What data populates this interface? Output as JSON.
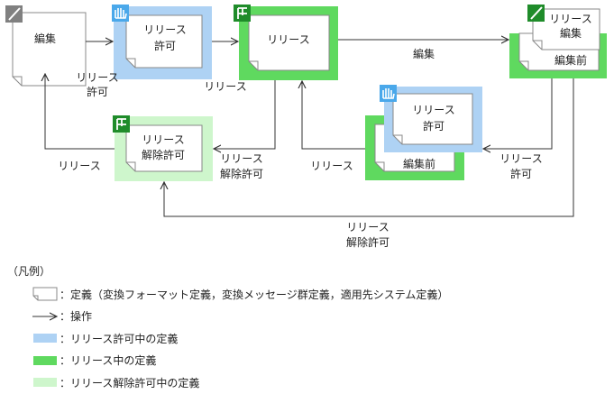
{
  "colors": {
    "release_pending": "#aed2f4",
    "releasing": "#5fd95f",
    "release_cancel_pending": "#cef6cc",
    "icon_dark_green": "#1f8c2a",
    "icon_blue": "#4aa8ea",
    "icon_gray": "#808080"
  },
  "nodes": {
    "edit": "編集",
    "release_pending": [
      "リリース",
      "許可"
    ],
    "releasing": "リリース",
    "release_edit": [
      "リリース",
      "編集"
    ],
    "release_edit_back": "編集前",
    "release_pending2": [
      "リリース",
      "許可"
    ],
    "release_pending2_back": "編集前",
    "cancel_pending": [
      "リリース",
      "解除許可"
    ]
  },
  "icons": {
    "edit": "pencil-icon",
    "release_pending": "hand-icon",
    "releasing": "release-flag-icon",
    "release_edit": "pencil-icon",
    "release_pending2": "hand-icon",
    "cancel_pending": "release-flag-icon"
  },
  "edges": {
    "release_permit_1": [
      "リリース",
      "許可"
    ],
    "release_1": "リリース",
    "edit": "編集",
    "release_2": "リリース",
    "release_cancel_permit_1": [
      "リリース",
      "解除許可"
    ],
    "release_3": "リリース",
    "release_permit_2": [
      "リリース",
      "許可"
    ],
    "release_cancel_permit_2": [
      "リリース",
      "解除許可"
    ]
  },
  "legend": {
    "title": "（凡例）",
    "items": [
      {
        "key": "definition",
        "label": "：定義（変換フォーマット定義，変換メッセージ群定義，適用先システム定義）"
      },
      {
        "key": "operation",
        "label": "：操作"
      },
      {
        "key": "release_pending",
        "label": "：リリース許可中の定義"
      },
      {
        "key": "releasing",
        "label": "：リリース中の定義"
      },
      {
        "key": "release_cancel_pending",
        "label": "：リリース解除許可中の定義"
      }
    ]
  }
}
